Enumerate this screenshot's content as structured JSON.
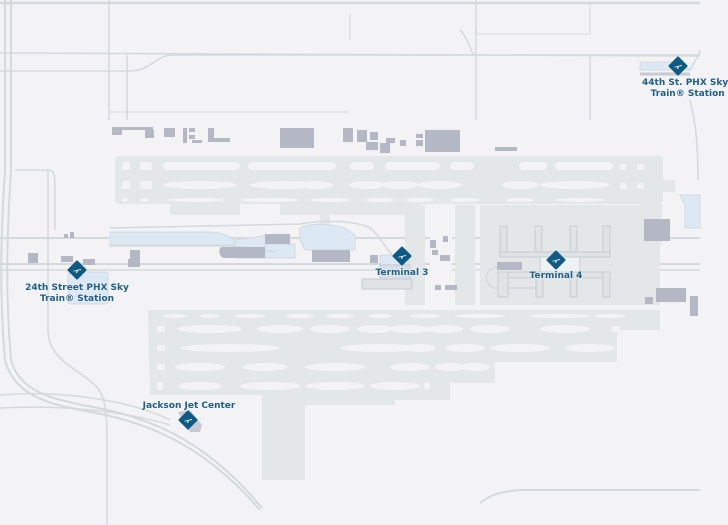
{
  "map": {
    "colors": {
      "background": "#f3f3f5",
      "airfield": "#e3e7e8",
      "road": "#d4d9dc",
      "building": "#b3b8c4",
      "terminal_area": "#d3dfea",
      "water_blue": "#dce8f3",
      "marker": "#0f5a85",
      "label": "#1f5f8a"
    },
    "markers": [
      {
        "id": "24th-street-station",
        "label_line1": "24th Street PHX Sky",
        "label_line2": "Train® Station",
        "icon": "airplane-icon"
      },
      {
        "id": "44th-street-station",
        "label_line1": "44th St. PHX Sky",
        "label_line2": "Train® Station",
        "icon": "airplane-icon"
      },
      {
        "id": "terminal-3",
        "label": "Terminal 3",
        "icon": "airplane-icon"
      },
      {
        "id": "terminal-4",
        "label": "Terminal 4",
        "icon": "airplane-icon"
      },
      {
        "id": "jackson-jet-center",
        "label": "Jackson Jet Center",
        "icon": "airplane-icon"
      }
    ]
  }
}
